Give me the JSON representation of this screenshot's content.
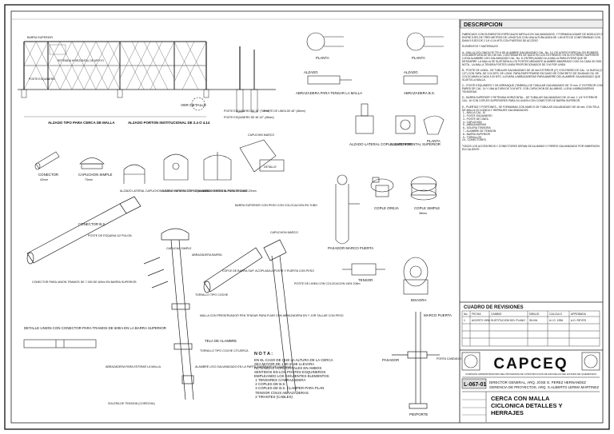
{
  "sheet": {
    "code": "L-067-01",
    "logo_text": "CAPCEQ",
    "org_line": "COMISION ADMINISTRADORA DEL PROGRAMA DE CONSTRUCCION DE ESCUELAS DEL ESTADO DE QUERETARO",
    "director_line_1": "DIRECTOR GENERAL, ARQ. JOSE G. PEREZ HERNANDEZ",
    "director_line_2": "GERENCIA DE PROYECTOS, ARQ. S.ALBERTO LERMA MARTINEZ",
    "title_line_1": "CERCA CON MALLA",
    "title_line_2": "CICLONICA DETALLES Y",
    "title_line_3": "HERRAJES"
  },
  "description": {
    "heading": "DESCRIPCION",
    "body": "FABRICADO CON ELEMENTOS ESPECIALES METALICOS GALVANIZADOS, Y FORMADA A BASE DE MODULOS O ENTRE EJES DE TRES METROS DE LONGITUD CON UNA ALTURA ADEA DE 1.80 MTS DE CONFORMIDAD CON DIAM.S EJES DE 2 1/4 4 1/4 MTS CON PUERTAS DE ACCESO\n\nELEMENTOS Y MATERIALES\n\nA.- MALLA CICLONICA DE TELA DE ALAMBRE GALVANIZADO CAL. No. 10, DE ACERO ESPECIAL EN ROMBOS CON ABERTURA DE 55 x 55 mm. CON REMATES DE NUDO EN LOS EXTREMOS. EN SU EXTREMO SUPERIOR LLEVA ALAMBRE LISO GALVANIZADO CAL. No. 8, ENTRELAZADO A LA MALLA PARA EVITAR QUE SE DESGARRE. LA MALLA SE SUJETARA A LOS POSTES MEDIANTE ALAMBRE AMARRADO CON 3 A CADA 30 CMS.\nNOTA.- LA MALLA TENDRA POSTES LINEA PROPORCIONADOS DE 3 M POR LINEA\n\nB.- POSTE DE LINEA.- DE TUBULAR GALVANIZADO DE 48 mm EXTERIOR (2\") CON PARED DE CAL. 14 HUECA (1 1/2\") CON TAPA, DE 3.04 MTS. DE LONG. PARA EMPOTRARSE EN DADO DE CONCRETO DE 30x30x60 CM. SE COLOCARAN A CADA 3.00 MTS. LLEVARA 4 ABRAZADERAS PARA AMARRE DEL ALAMBRE GALVANIZADO QUE SUJETA LA MALLA.\n\nC.- POSTE ESQUINERO Y DE ARRANQUE (TIMBRAL) DE TUBULAR GALVANIZADO DE 73 mm. 3\" EXTERIOR CON PARED DE CAL. 14 Y UNA ALTURA DE 3.04 MTS. CON CAPUCHON DE ALUMINIO, LLEVA 4 ABRAZADERAS TENSORAS.\n\nD.- BARRA SUPERIOR Y RETENIDA HORIZONTAL.- DE TUBULAR GALVANIZADO DE 42 mm. 1 1/4\" EXTERIOR CAL. 16 CON COPLES SUPERIORES PARA SU UNION CON CONECTOR DE BARRA SUPERIOR.\n\nE.- PUERTAS Y PORTONES.- SE FORMARAN CON MARCO DE TUBULAR GALVANIZADO DE 48 mm. CON TELA DE MALLA CICLONICA Y HERRAJES GALVANIZADOS.\n 1.- MALLA CAL. 10\n 2.- POSTE ESQUINERO\n 3.- POSTE DE LINEA\n 4.- CAPUCHON\n 5.- ABRAZADERAS\n 6.- SOLERA TENSORA\n 7.- ALAMBRE DE TENSION\n 8.- BARRA SUPERIOR\n 9.- TORNILLOS\n10.- CONECTORES\n\nTODOS LOS ACCESORIOS Y CONECTORES SERAN DE ALUMINIO O FIERRO GALVANIZADO POR INMERSION EN CALIENTE."
  },
  "notes": {
    "heading": "N O T A :",
    "body": "EN EL CASO DE QUE LA ALTURA DE LA CERCA SEA MAYOR DE 1.80 m SE LLEVARA RETENIDAS HORIZONTALES EN AMBOS SENTIDOS EN LOS POSTES ESQUINEROS EMPLEANDO LOS SIGUIENTES ELEMENTOS\n 1 TENSORES C/ABRAZADERA\n 2 COPLES DE B.S.\n 3 COPLES DE B.S. CLAMPER PARA PLAN\n TENSOR C/SUS ABRAZADERAS\n 2 TIRANTES (CABLES)"
  },
  "revisions": {
    "heading": "CUADRO DE REVISIONES",
    "columns": [
      "No.",
      "FECHA",
      "CAMBIO",
      "DIBUJO",
      "CALCULO",
      "APROBADA"
    ],
    "rows": [
      [
        "1",
        "AGOSTO 1996",
        "SUSTITUCION DEL PLANO",
        "SILVIA",
        "A.I.G. 1996",
        "A.D. REYES"
      ],
      [
        "",
        "",
        "",
        "",
        "",
        ""
      ],
      [
        "",
        "",
        "",
        "",
        "",
        ""
      ]
    ]
  },
  "labels": {
    "elevation_title": "ALZADO TIPO PARA CERCA DE MALLA",
    "gate_title": "ALZADO PORTON INSTITUCIONAL DE 2.4 O 4.14",
    "ver_detalle": "VER DETALLE",
    "barra_superior": "BARRA SUPERIOR",
    "retenida_horizontal": "RETENIDA HORIZONTAL DE APOYO",
    "poste_esquina_left": "POSTE ESQUINERO",
    "poste_linea": "POSTE DE LINEA DE 48\" (48mm)",
    "poste_esquina": "POSTE ESQUINERO DE 76\" (76mm)",
    "poste_esquina_2": "POSTE ESQUINERO DE 48 1/2\" (48mm)",
    "conector": "CONECTOR",
    "conector_size": "42mm",
    "capuchon_simple": "CAPUCHON SIMPLE",
    "capuchon_simple_size": "73mm",
    "alzado_lateral_capuchon": "ALZADO LATERAL CAPUCHON SIMPLE PARA POSTE ESQUINERO",
    "alzado_lateral_marco": "ALZADO LATERAL CAPUCHA MARCO BARRA SUPERIOR 51a42.20mm",
    "alzado_frontal_recibir": "ALZADO FRONTAL PARA RECIBIR",
    "capuchin_marco": "CAPUCHIN MARCO",
    "detalle": "DETALLE",
    "planta_1": "PLANTA",
    "planta_2": "PLANTA",
    "alzado_1": "ALZADO",
    "alzado_2": "ALZADO",
    "abrazadera_tensar": "ABRAZADERA PARA TENSAR LA MALLA",
    "abrazadera_bs": "ABRAZADERA B.S.",
    "alzado_lateral_cople": "ALZADO LATERAL COPLE SUPERIOR",
    "alzado_frontal_cople": "ALZADO FRONTAL SUPERIOR",
    "planta_3": "PLANTA",
    "cople_oreja": "COPLE OREJA",
    "cople_simple": "COPLE SIMPLE",
    "cople_simple_size": "38mm",
    "pasador_marco": "PASADOR MARCO PUERTA",
    "tensor": "TENSOR",
    "bisagra": "BISAGRA",
    "marco_puerta": "MARCO PUERTA",
    "pasador": "PASADOR",
    "porta_candado": "PORTA CANDADO",
    "pie_porte": "PIE/PORTE",
    "conector_bs": "CONECTOR B.S.",
    "poste_esquina_tube": "POSTE DE ESQUINA 1/2 PULGN.",
    "capucha_simple": "CAPUCHA SIMPLE",
    "abrazadera_barra": "ABRAZADERA BARRA",
    "barra_sup_conector": "BARRA SUPERIOR CON PESO CON COLOCACION EN TUBO",
    "capuchon_marco_2": "CAPUCHON MARCO",
    "cople_barra": "COPLE DE BARRA SUP. ACOPLADA A POSTE Y PUERTA CON PESO",
    "conector_union": "CONECTOR PARA UNION TRAMOS DE 7.000 DE 600m EN BARRA SUPERIOR",
    "detalle_union": "DETALLE UNION CON CONECTOR PARA TRAMOS DE 600m EN LA BARRA SUPERIOR",
    "poste_linea_tube": "POSTE DE LINEA CON COLOCACION 1604 106m",
    "tornillo": "TORNILLO TIPO COCHE",
    "malla_preservado": "MALLA CON PRESERVADOR PEN TENSAR PARA FIJAR CON ABRAZADERA EN Y JOR TALLAR CON PESO",
    "tela_alambre": "TELA DE ALAMBRE",
    "tornillo_coche": "TORNILLO TIPO COCHE C/TUERCA",
    "alambre_liso": "ALAMBRE LISO GALVANIZADO EN LA PARTE SUPERIOR DE LA MALLA",
    "abrazadera_estirar": "ABRAZADERA PARA ESTIRAR LA MALLA",
    "solera_tension": "SOLERA DE TENSION (CORECHA)"
  }
}
